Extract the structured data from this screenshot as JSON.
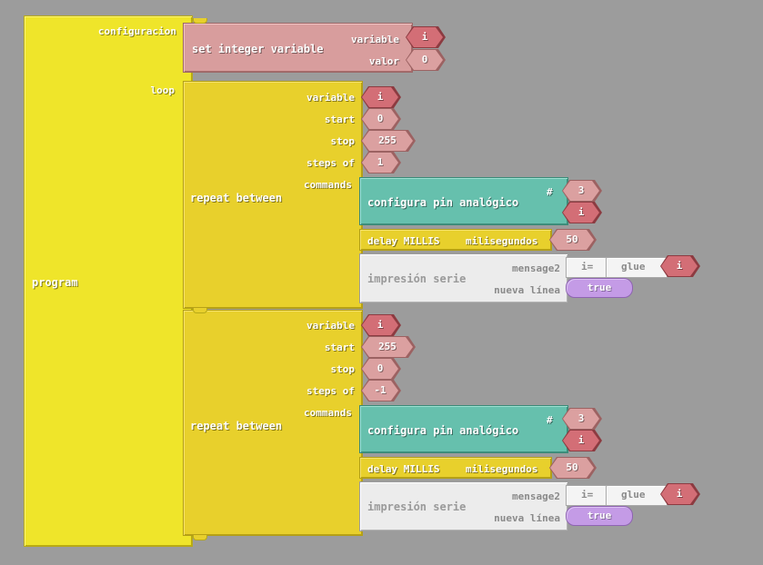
{
  "program": {
    "label": "program",
    "configuracion_label": "configuracion",
    "loop_label": "loop"
  },
  "setup": {
    "block_label": "set integer variable",
    "variable_label": "variable",
    "valor_label": "valor",
    "variable_value": "i",
    "valor_value": "0"
  },
  "repeats": [
    {
      "block_label": "repeat between",
      "variable_label": "variable",
      "start_label": "start",
      "stop_label": "stop",
      "steps_label": "steps of",
      "commands_label": "commands",
      "variable_value": "i",
      "start_value": "0",
      "stop_value": "255",
      "steps_value": "1",
      "analog": {
        "label": "configura pin analógico",
        "pin_label": "#",
        "pin_value": "3",
        "value_var": "i"
      },
      "delay": {
        "label": "delay MILLIS",
        "unit_label": "milisegundos",
        "value": "50"
      },
      "serial": {
        "label": "impresión serie",
        "mensage_label": "mensage2",
        "newline_label": "nueva línea",
        "text_value": "i=",
        "glue_label": "glue",
        "glue_var": "i",
        "newline_value": "true"
      }
    },
    {
      "block_label": "repeat between",
      "variable_label": "variable",
      "start_label": "start",
      "stop_label": "stop",
      "steps_label": "steps of",
      "commands_label": "commands",
      "variable_value": "i",
      "start_value": "255",
      "stop_value": "0",
      "steps_value": "-1",
      "analog": {
        "label": "configura pin analógico",
        "pin_label": "#",
        "pin_value": "3",
        "value_var": "i"
      },
      "delay": {
        "label": "delay MILLIS",
        "unit_label": "milisegundos",
        "value": "50"
      },
      "serial": {
        "label": "impresión serie",
        "mensage_label": "mensage2",
        "newline_label": "nueva línea",
        "text_value": "i=",
        "glue_label": "glue",
        "glue_var": "i",
        "newline_value": "true"
      }
    }
  ],
  "colors": {
    "canvas": "#9c9c9c",
    "program_block": "#efe52a",
    "control_block": "#e8d02c",
    "variable_block": "#d89d9d",
    "pin_block": "#66c0ad",
    "serial_block": "#ececec",
    "boolean_block": "#c49be6",
    "variable_socket": "#d36e76"
  }
}
